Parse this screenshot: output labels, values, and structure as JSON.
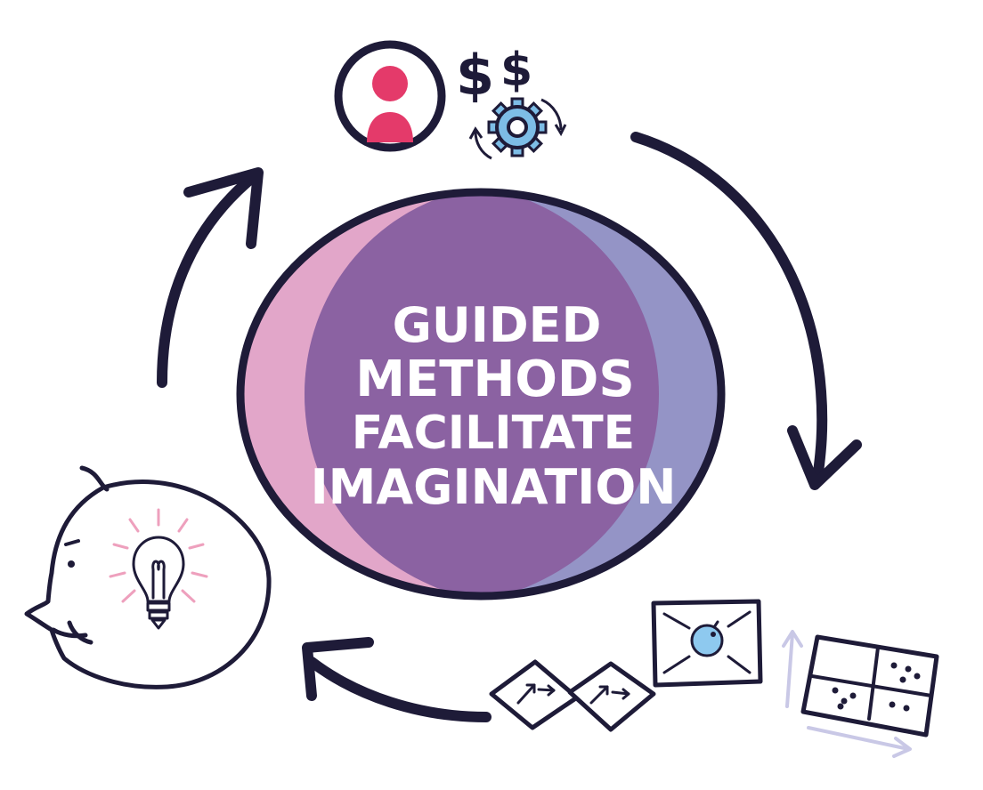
{
  "title": {
    "line1": "GUIDED",
    "line2": "METHODS",
    "line3": "FACILITATE",
    "line4": "IMAGINATION"
  },
  "colors": {
    "ink": "#1e1b38",
    "circle_left": "#e2a6c9",
    "circle_center": "#8b62a2",
    "circle_right": "#9494c6",
    "person": "#e43a6a",
    "gear": "#7dbde6",
    "bulb_rays": "#eea0bd",
    "pale_arrows": "#c9c8e6",
    "target_dot": "#8ec9ef"
  },
  "icons": [
    "person-avatar-icon",
    "dollar-icon",
    "gear-cycle-icon",
    "thinking-head-icon",
    "lightbulb-icon",
    "storyboard-cards-icon",
    "target-frame-icon",
    "quadrant-chart-icon",
    "cycle-arrow-icon"
  ],
  "dollars": {
    "first": "$",
    "second": "$"
  }
}
